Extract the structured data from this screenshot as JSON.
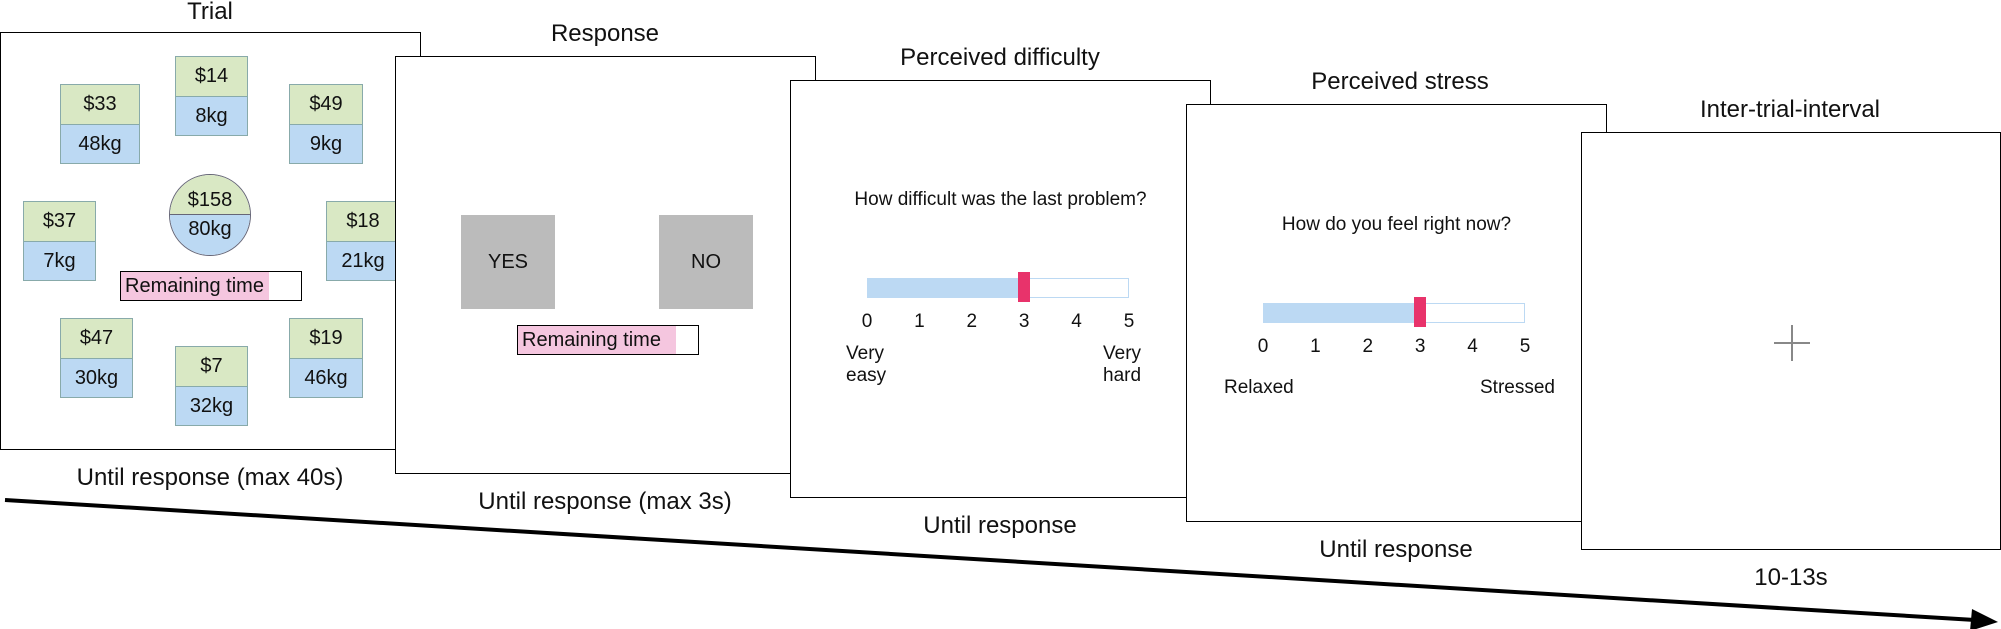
{
  "panels": {
    "trial": {
      "title": "Trial",
      "caption": "Until response (max 40s)",
      "items": [
        {
          "price": "$33",
          "weight": "48kg"
        },
        {
          "price": "$14",
          "weight": "8kg"
        },
        {
          "price": "$49",
          "weight": "9kg"
        },
        {
          "price": "$37",
          "weight": "7kg"
        },
        {
          "price": "$18",
          "weight": "21kg"
        },
        {
          "price": "$47",
          "weight": "30kg"
        },
        {
          "price": "$7",
          "weight": "32kg"
        },
        {
          "price": "$19",
          "weight": "46kg"
        }
      ],
      "target": {
        "price": "$158",
        "weight": "80kg"
      },
      "timer_label": "Remaining time",
      "timer_fraction": 0.82
    },
    "response": {
      "title": "Response",
      "caption": "Until response (max 3s)",
      "yes_label": "YES",
      "no_label": "NO",
      "timer_label": "Remaining time",
      "timer_fraction": 0.88
    },
    "difficulty": {
      "title": "Perceived difficulty",
      "caption": "Until response",
      "question": "How difficult was the last problem?",
      "ticks": [
        "0",
        "1",
        "2",
        "3",
        "4",
        "5"
      ],
      "value": 3,
      "max": 5,
      "left_anchor": "Very\neasy",
      "right_anchor": "Very\nhard"
    },
    "stress": {
      "title": "Perceived stress",
      "caption": "Until response",
      "question": "How do you feel right now?",
      "ticks": [
        "0",
        "1",
        "2",
        "3",
        "4",
        "5"
      ],
      "value": 3,
      "max": 5,
      "left_anchor": "Relaxed",
      "right_anchor": "Stressed"
    },
    "iti": {
      "title": "Inter-trial-interval",
      "caption": "10-13s"
    }
  },
  "colors": {
    "price_bg": "#d9e8c4",
    "weight_bg": "#bcd9f3",
    "timer_fill": "#f5c6df",
    "slider_handle": "#e8336b",
    "button_bg": "#bbbbbb"
  }
}
